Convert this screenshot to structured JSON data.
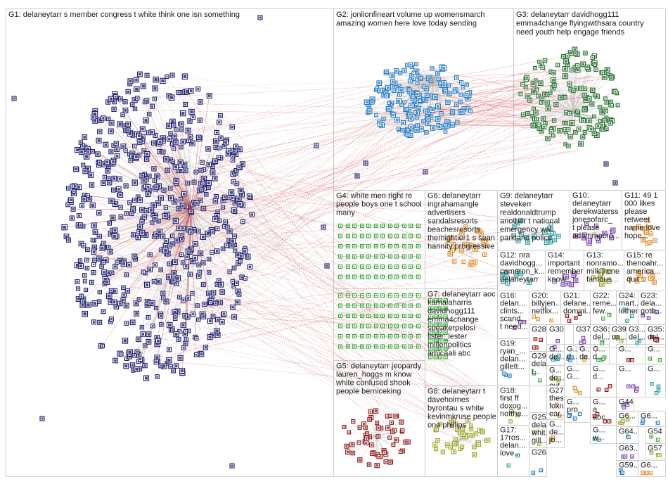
{
  "colors": {
    "border": "#c8c8c8",
    "edge_red": "#d62828",
    "edge_gray": "#b8b8b8",
    "node_navy": "#1b1b6b",
    "node_blue": "#1f77c4",
    "node_green_dark": "#1e6b2a",
    "node_green": "#3aa63a",
    "node_darkred": "#8b1010",
    "node_olive": "#9aa020",
    "node_purple": "#7a3aa8",
    "node_orange": "#e08a20",
    "node_teal": "#2a9a9a"
  },
  "groups": {
    "g1": {
      "lines": [
        "G1: delaneytarr s member congress t white think one isn something"
      ]
    },
    "g2": {
      "lines": [
        "G2: jonlionfineart volume up womensmarch",
        "amazing women here love today sending"
      ]
    },
    "g3": {
      "lines": [
        "G3: delaneytarr davidhogg111",
        "emma4change flyingwithsara country",
        "need youth help engage friends"
      ]
    },
    "g4": {
      "lines": [
        "G4: white men right re",
        "people boys one t school",
        "many"
      ]
    },
    "g5": {
      "lines": [
        "G5: delaneytarr jeopardy",
        "lauren_hoggs m know",
        "white confused shook",
        "people bernicek​ing"
      ]
    },
    "g6": {
      "lines": [
        "G6: delaneytarr",
        "ingrahamangle",
        "advertisers",
        "sandalsresorts",
        "beachesresorts",
        "themightier1 s sean",
        "hannity progressive"
      ]
    },
    "g7": {
      "lines": [
        "G7: delaneytarr aoc",
        "kamalaharris",
        "davidhogg111",
        "emma4change",
        "speakerpelosi",
        "lister_lester",
        "millenpolitics",
        "amicaali abc"
      ]
    },
    "g8": {
      "lines": [
        "G8: delaneytarr t",
        "daveholmes",
        "byrontau s white",
        "kevinmkruse people",
        "one phillips"
      ]
    },
    "g9": {
      "lines": [
        "G9: delaneytarr",
        "stevekerr",
        "realdonaldtrump",
        "another t national",
        "emergency wall",
        "parkland police"
      ]
    },
    "g10": {
      "lines": [
        "G10:",
        "delaneytarr",
        "derekwaterss",
        "jonesofarc_",
        "t please",
        "adammacro..."
      ]
    },
    "g11": {
      "lines": [
        "G11: 49 1",
        "000 likes",
        "please",
        "retweet",
        "name love",
        "hope..."
      ]
    },
    "g12": {
      "lines": [
        "G12: nra",
        "davidhogg...",
        "cameron_k...",
        "delaneytarr"
      ]
    },
    "g13": {
      "lines": [
        "G13:",
        "nonramo...",
        "milk jrone",
        "famous..."
      ]
    },
    "g14": {
      "lines": [
        "G14:",
        "important",
        "remember",
        "know..."
      ]
    },
    "g15": {
      "lines": [
        "G15: re",
        "thenoahr...",
        "america...",
        "quit..."
      ]
    },
    "g16": {
      "lines": [
        "G16:",
        "delan...",
        "clints...",
        "scand...",
        "t need..."
      ]
    },
    "g17": {
      "lines": [
        "G17:",
        "17ros...",
        "delan...",
        "love..."
      ]
    },
    "g18": {
      "lines": [
        "G18:",
        "first ff",
        "doxog...",
        "notthe..."
      ]
    },
    "g19": {
      "lines": [
        "G19:",
        "ryan_...",
        "delan...",
        "gillett..."
      ]
    },
    "g20": {
      "lines": [
        "G20:",
        "billyjen...",
        "netflix..."
      ]
    },
    "g21": {
      "lines": [
        "G21:",
        "delane...",
        "domini..."
      ]
    },
    "g22": {
      "lines": [
        "G22:",
        "reme...",
        "few..."
      ]
    },
    "g23": {
      "lines": [
        "G23:",
        "dela...",
        "goth..."
      ]
    },
    "g24": {
      "lines": [
        "G24:",
        "mart...",
        "luther"
      ]
    },
    "g25": {
      "lines": [
        "G25:",
        "dela...",
        "whit...",
        "gill..."
      ]
    },
    "g26": {
      "lines": [
        "G26"
      ]
    },
    "g27": {
      "lines": [
        "G27:",
        "thes...",
        "foxn...",
        "ear..."
      ]
    },
    "g28": {
      "lines": [
        "G28"
      ]
    },
    "g29": {
      "lines": [
        "G29:",
        "dela...",
        "t..."
      ]
    },
    "g30": {
      "lines": [
        "G30"
      ]
    },
    "g31": {
      "lines": [
        "G...",
        "de..."
      ]
    },
    "g32": {
      "lines": [
        "G...",
        "de...",
        "out"
      ]
    },
    "g33": {
      "lines": [
        "G...",
        "pro"
      ]
    },
    "g34": {
      "lines": [
        "G...",
        "de...",
        "jo..."
      ]
    },
    "g35": {
      "lines": [
        "G35:",
        "del..."
      ]
    },
    "g36": {
      "lines": [
        "G36:",
        "del..."
      ]
    },
    "g37": {
      "lines": [
        "G37"
      ]
    },
    "g38": {
      "lines": [
        "G3...",
        "del..."
      ]
    },
    "g39": {
      "lines": [
        "G39:",
        "up..."
      ]
    },
    "g40": {
      "lines": [
        "G...",
        "d..."
      ]
    },
    "g41": {
      "lines": [
        "G...",
        "de..."
      ]
    },
    "g42": {
      "lines": [
        "G...",
        "a",
        "aoc"
      ]
    },
    "g43": {
      "lines": [
        "G...",
        "d..."
      ]
    },
    "g44": {
      "lines": [
        "G44"
      ]
    },
    "g45": {
      "lines": [
        "G...",
        "w..."
      ]
    },
    "g46": {
      "lines": [
        "G6..."
      ]
    },
    "g47": {
      "lines": [
        "G6..."
      ]
    },
    "g48": {
      "lines": [
        "G...",
        "G..."
      ]
    },
    "g49": {
      "lines": [
        "G...",
        "d..."
      ]
    },
    "g50": {
      "lines": [
        "G54"
      ]
    },
    "g51": {
      "lines": [
        "G63..."
      ]
    },
    "g52": {
      "lines": [
        "G64..."
      ]
    },
    "g53": {
      "lines": [
        "G57"
      ]
    },
    "g54": {
      "lines": [
        "G59..."
      ]
    },
    "g55": {
      "lines": [
        "G6..."
      ]
    },
    "g56": {
      "lines": [
        "G..."
      ]
    },
    "g57": {
      "lines": [
        "G..."
      ]
    },
    "g58": {
      "lines": [
        "G..."
      ]
    },
    "g59": {
      "lines": [
        "G..."
      ]
    }
  }
}
